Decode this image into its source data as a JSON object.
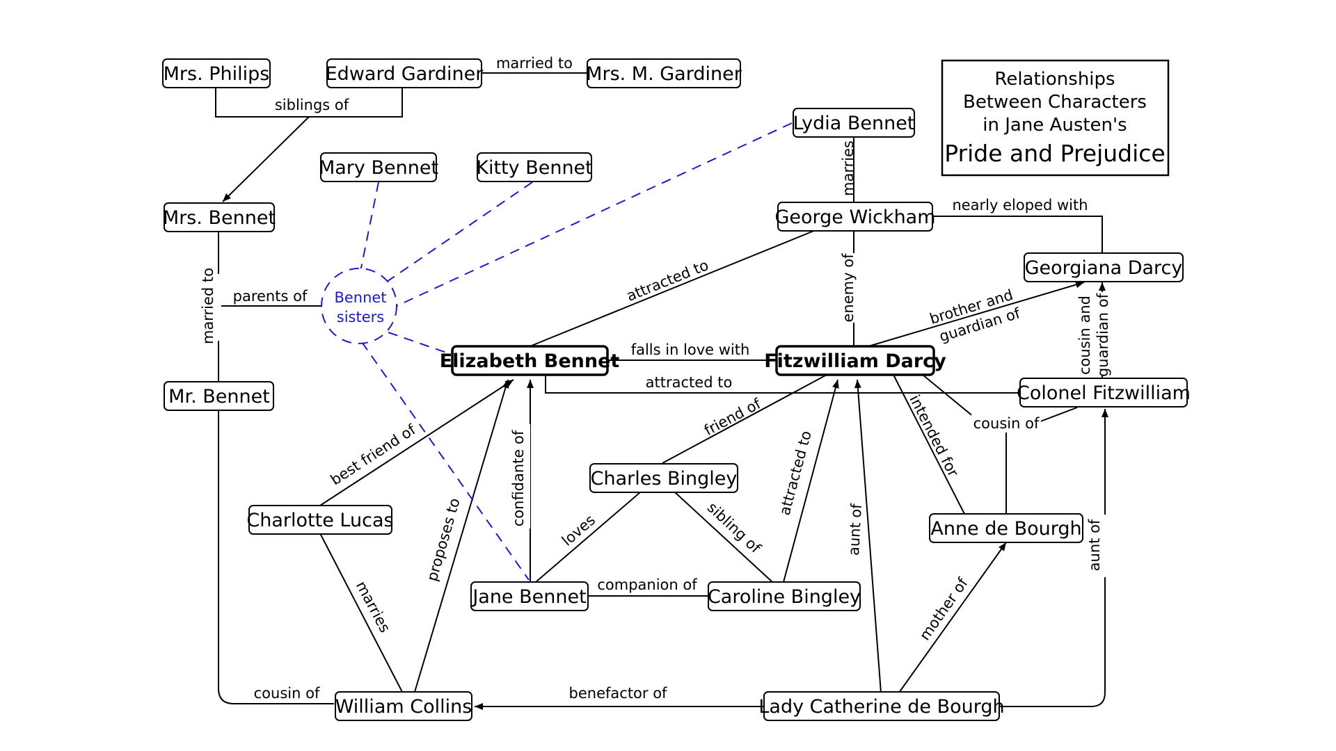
{
  "title": {
    "line1": "Relationships",
    "line2": "Between Characters",
    "line3": "in Jane Austen's",
    "line4": "Pride and Prejudice"
  },
  "nodes": {
    "mrs_philips": "Mrs. Philips",
    "edward_gardiner": "Edward Gardiner",
    "mrs_gardiner": "Mrs. M. Gardiner",
    "mary_bennet": "Mary Bennet",
    "kitty_bennet": "Kitty Bennet",
    "lydia_bennet": "Lydia Bennet",
    "mrs_bennet": "Mrs. Bennet",
    "mr_bennet": "Mr. Bennet",
    "george_wickham": "George Wickham",
    "georgiana_darcy": "Georgiana Darcy",
    "elizabeth_bennet": "Elizabeth Bennet",
    "fitzwilliam_darcy": "Fitzwilliam Darcy",
    "colonel_fitzwilliam": "Colonel Fitzwilliam",
    "charles_bingley": "Charles Bingley",
    "charlotte_lucas": "Charlotte Lucas",
    "anne_de_bourgh": "Anne de Bourgh",
    "jane_bennet": "Jane Bennet",
    "caroline_bingley": "Caroline Bingley",
    "william_collins": "William Collins",
    "lady_catherine": "Lady Catherine de Bourgh"
  },
  "group": {
    "line1": "Bennet",
    "line2": "sisters"
  },
  "edges": {
    "married_to_gardiner": "married to",
    "siblings_of": "siblings of",
    "marries_lydia": "marries",
    "nearly_eloped_with": "nearly eloped with",
    "enemy_of": "enemy of",
    "attracted_to_wickham": "attracted to",
    "brother_guardian_1": "brother and",
    "brother_guardian_2": "guardian of",
    "cousin_guardian_1": "cousin and",
    "cousin_guardian_2": "guardian of",
    "married_to_bennet": "married to",
    "parents_of": "parents of",
    "falls_in_love_with": "falls in love with",
    "attracted_to_colonel": "attracted to",
    "friend_of": "friend of",
    "intended_for": "intended for",
    "cousin_of_colonel": "cousin of",
    "best_friend_of": "best friend of",
    "confidante_of": "confidante of",
    "loves": "loves",
    "sibling_of": "sibling of",
    "attracted_to_caroline": "attracted to",
    "aunt_of_darcy": "aunt of",
    "aunt_of_colonel": "aunt of",
    "mother_of": "mother of",
    "marries_charlotte": "marries",
    "proposes_to": "proposes to",
    "companion_of": "companion of",
    "cousin_of_collins": "cousin of",
    "benefactor_of": "benefactor of"
  }
}
